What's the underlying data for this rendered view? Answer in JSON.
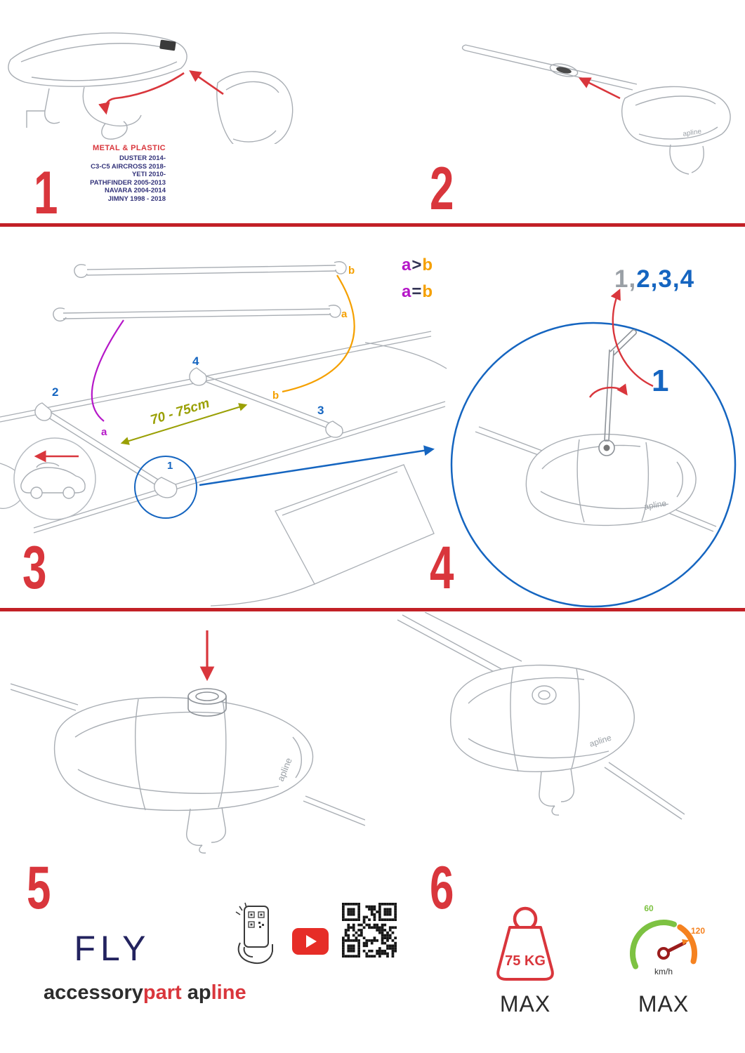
{
  "colors": {
    "red": "#d9363c",
    "divider_red": "#c22026",
    "blue": "#1565c0",
    "purple": "#b517c8",
    "orange": "#f5a000",
    "olive": "#9aa005",
    "navy": "#23235f",
    "dark": "#2b2b2b",
    "grey": "#9aa0a6",
    "youtube_red": "#e62d27",
    "gauge_green": "#7dc242",
    "gauge_orange": "#f58220"
  },
  "step1": {
    "number": "1",
    "material_label": "METAL & PLASTIC",
    "models": [
      "DUSTER 2014-",
      "C3-C5 AIRCROSS 2018-",
      "YETI 2010-",
      "PATHFINDER 2005-2013",
      "NAVARA 2004-2014",
      "JIMNY 1998 - 2018"
    ]
  },
  "step2": {
    "number": "2",
    "logo": "apline"
  },
  "step3": {
    "number": "3",
    "bar_label_b": "b",
    "bar_label_a": "a",
    "roof_label_2": "2",
    "roof_label_4": "4",
    "roof_label_3": "3",
    "roof_label_b": "b",
    "roof_label_a": "a",
    "roof_label_1": "1",
    "distance": "70 - 75cm",
    "formula1": {
      "left": "a",
      "op": ">",
      "right": "b"
    },
    "formula2": {
      "left": "a",
      "op": "=",
      "right": "b"
    }
  },
  "step4": {
    "number": "4",
    "sequence_grey": "1,",
    "sequence_blue": "2,3,4",
    "callout_number": "1",
    "logo": "apline"
  },
  "step5": {
    "number": "5",
    "logo": "apline"
  },
  "step6": {
    "number": "6",
    "logo": "apline"
  },
  "footer": {
    "product": "FLY",
    "brand_primary_dark": "accessory",
    "brand_primary_red": "part",
    "brand_secondary_dark": "ap",
    "brand_secondary_red": "line",
    "weight_value": "75 KG",
    "weight_max": "MAX",
    "speed_min": "60",
    "speed_high": "120",
    "speed_unit": "km/h",
    "speed_max": "MAX"
  }
}
